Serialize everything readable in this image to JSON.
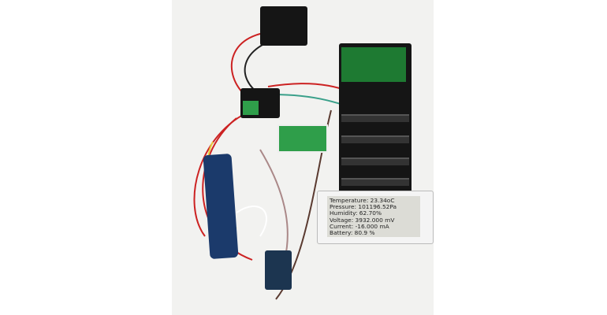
{
  "display": {
    "lines": [
      "Temperature: 23.34oC",
      "Pressure: 101196.52Pa",
      "Humidity: 62.70%",
      "Voltage: 3932.000 mV",
      "Current: -16.000 mA",
      "Battery:   80.9 %"
    ]
  },
  "colors": {
    "board": "#151515",
    "pico": "#1e7a32",
    "battery": "#1b3a6b"
  }
}
